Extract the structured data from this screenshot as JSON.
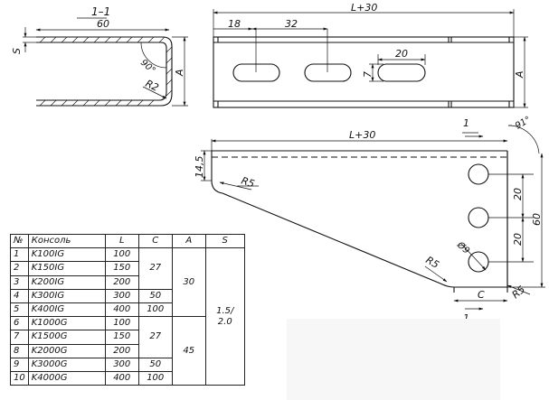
{
  "section": {
    "title": "1–1",
    "width": "60",
    "thickness": "S",
    "angle": "90°",
    "bend_radius": "R2",
    "height": "A"
  },
  "top_view": {
    "length": "L+30",
    "offset_1": "18",
    "offset_2": "32",
    "slot_length": "20",
    "slot_width": "7",
    "height": "A"
  },
  "side_view": {
    "length": "L+30",
    "top_height": "14,5",
    "radius_top": "R5",
    "radius_bottom": "R5",
    "radius_corner": "R5",
    "angle": "91°",
    "hole_spacing_1": "20",
    "hole_spacing_2": "20",
    "hole_total": "60",
    "hole_diameter": "Ø9",
    "bottom_length": "C",
    "section_mark_top": "1",
    "section_mark_bottom": "1"
  },
  "table": {
    "headers": [
      "№",
      "Консоль",
      "L",
      "C",
      "A",
      "S"
    ],
    "rows": [
      {
        "n": "1",
        "name": "K100IG",
        "L": "100"
      },
      {
        "n": "2",
        "name": "K150IG",
        "L": "150"
      },
      {
        "n": "3",
        "name": "K200IG",
        "L": "200"
      },
      {
        "n": "4",
        "name": "K300IG",
        "L": "300"
      },
      {
        "n": "5",
        "name": "K400IG",
        "L": "400"
      },
      {
        "n": "6",
        "name": "K1000G",
        "L": "100"
      },
      {
        "n": "7",
        "name": "K1500G",
        "L": "150"
      },
      {
        "n": "8",
        "name": "K2000G",
        "L": "200"
      },
      {
        "n": "9",
        "name": "K3000G",
        "L": "300"
      },
      {
        "n": "10",
        "name": "K4000G",
        "L": "400"
      }
    ],
    "merged": {
      "c_g1_a": "27",
      "c_row4": "50",
      "c_row5": "100",
      "c_g2_a": "27",
      "c_row9": "50",
      "c_row10": "100",
      "a_g1": "30",
      "a_g2": "45",
      "s_all": "1.5/\n2.0"
    }
  }
}
